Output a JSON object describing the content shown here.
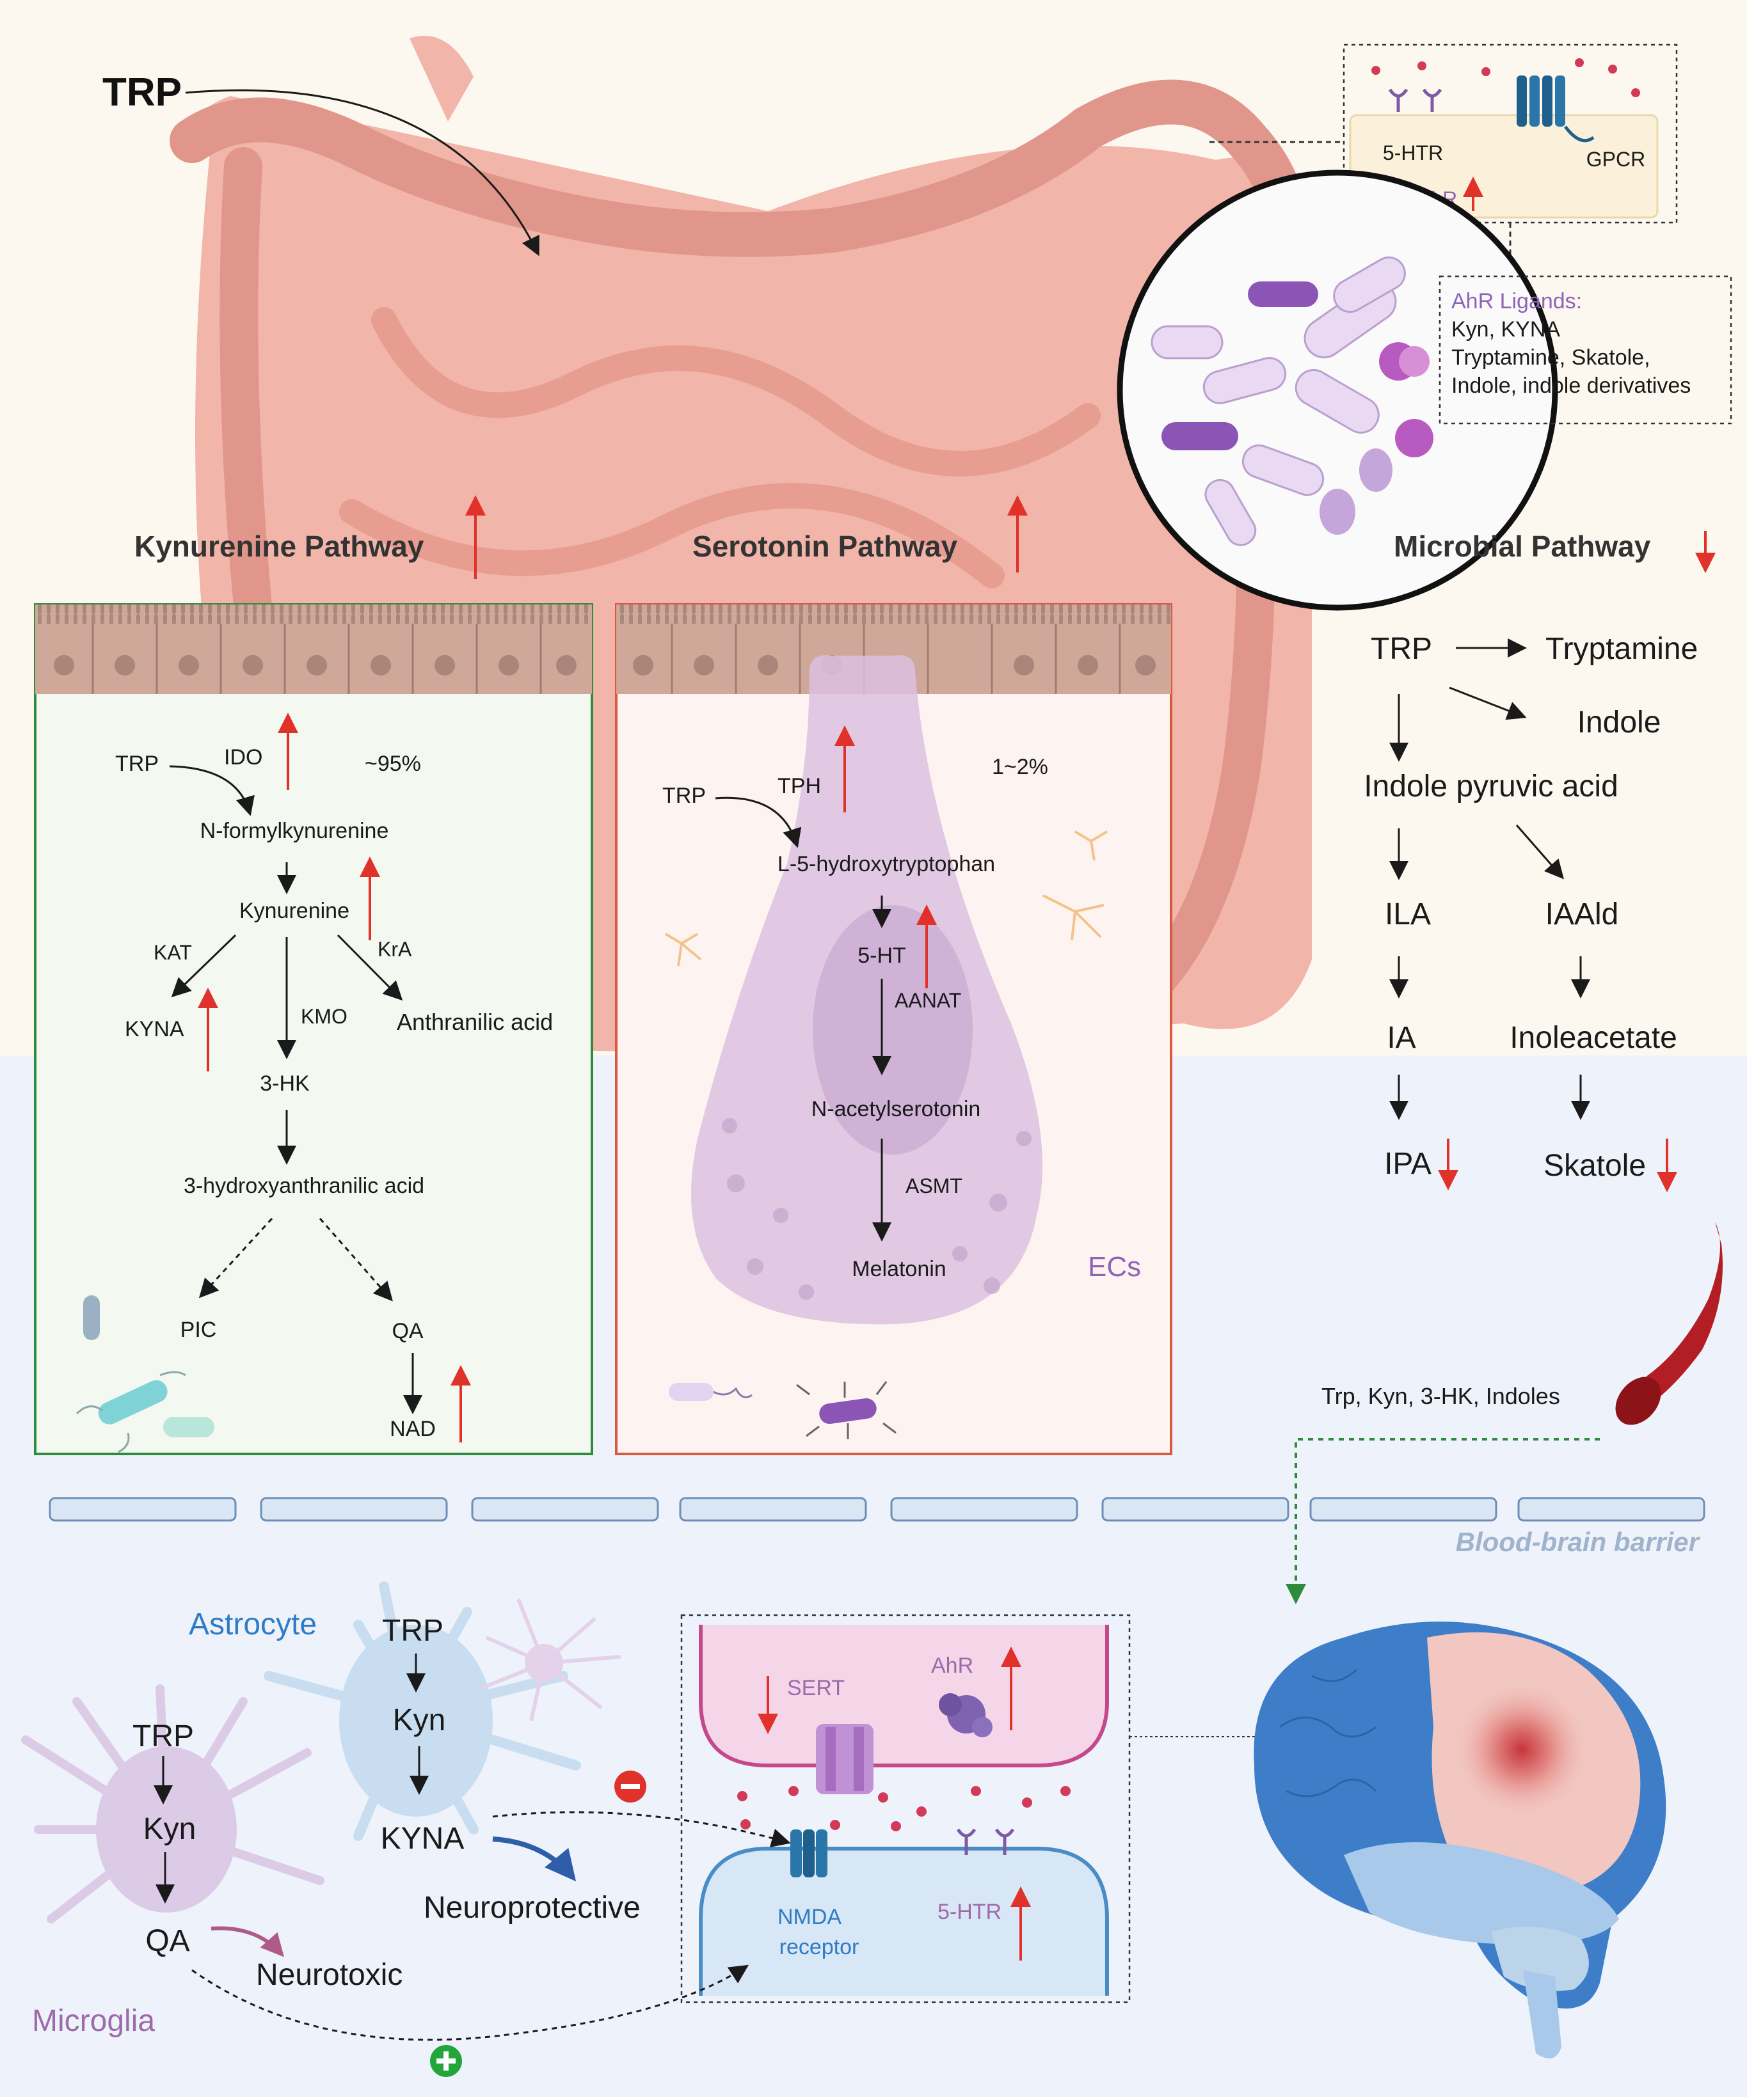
{
  "colors": {
    "upper_bg": "#fdf8ef",
    "lower_bg": "#eef3fb",
    "intestine": "#f2b5aa",
    "intestine_dark": "#e0968a",
    "up_arrow": "#e0312b",
    "kyn_border": "#2e8b3a",
    "ser_border": "#d9583f",
    "purple_text": "#8e63b8",
    "blue_text": "#2f7cc6",
    "bbb_text": "#9fb3cc",
    "dashed_green": "#2e8b3a",
    "minus": "#e0312b",
    "plus": "#22a63a",
    "vessel": "#b21e24"
  },
  "top": {
    "trp": "TRP"
  },
  "receptor_box": {
    "htr": "5-HTR",
    "gpcr": "GPCR",
    "ahr": "AhR"
  },
  "ligands_box": {
    "title": "AhR Ligands:",
    "line1": "Kyn, KYNA",
    "line2": "Tryptamine, Skatole,",
    "line3": "Indole, indole derivatives"
  },
  "pathways": {
    "kynurenine": "Kynurenine Pathway",
    "serotonin": "Serotonin Pathway",
    "microbial": "Microbial Pathway"
  },
  "kyn": {
    "trp": "TRP",
    "ido": "IDO",
    "pct": "~95%",
    "nfk": "N-formylkynurenine",
    "kynurenine": "Kynurenine",
    "kat": "KAT",
    "kra": "KrA",
    "kyna": "KYNA",
    "kmo": "KMO",
    "anthranilic": "Anthranilic acid",
    "hk": "3-HK",
    "haa": "3-hydroxyanthranilic acid",
    "pic": "PIC",
    "qa": "QA",
    "nad": "NAD"
  },
  "ser": {
    "trp": "TRP",
    "tph": "TPH",
    "pct": "1~2%",
    "l5htp": "L-5-hydroxytryptophan",
    "ht": "5-HT",
    "aanat": "AANAT",
    "nas": "N-acetylserotonin",
    "asmt": "ASMT",
    "melatonin": "Melatonin",
    "ecs": "ECs"
  },
  "mic": {
    "trp": "TRP",
    "tryptamine": "Tryptamine",
    "indole": "Indole",
    "ipa_acid": "Indole pyruvic acid",
    "ila": "ILA",
    "iaald": "IAAld",
    "ia": "IA",
    "inoleacetate": "Inoleacetate",
    "ipa": "IPA",
    "skatole": "Skatole"
  },
  "blood": {
    "label": "Trp, Kyn, 3-HK, Indoles"
  },
  "bbb": {
    "label": "Blood-brain barrier"
  },
  "brain": {
    "astrocyte": "Astrocyte",
    "microglia": "Microglia",
    "a_trp": "TRP",
    "a_kyn": "Kyn",
    "a_kyna": "KYNA",
    "m_trp": "TRP",
    "m_kyn": "Kyn",
    "m_qa": "QA",
    "neuroprotective": "Neuroprotective",
    "neurotoxic": "Neurotoxic",
    "sert": "SERT",
    "ahr": "AhR",
    "nmda1": "NMDA",
    "nmda2": "receptor",
    "htr": "5-HTR"
  }
}
